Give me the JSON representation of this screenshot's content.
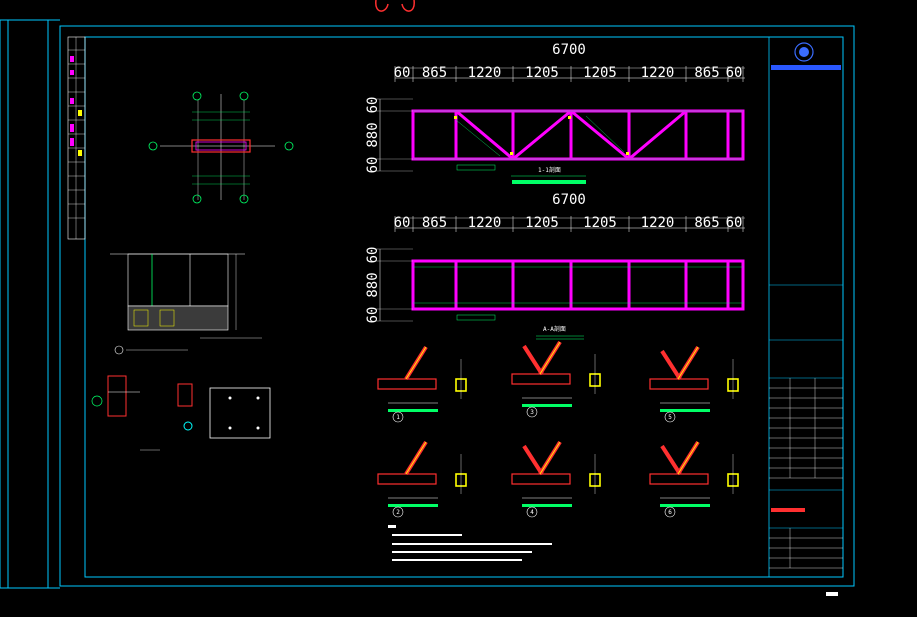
{
  "drawing": {
    "elevation_1": {
      "total": "6700",
      "segments": [
        "60",
        "865",
        "1220",
        "1205",
        "1205",
        "1220",
        "865",
        "60"
      ],
      "height_dims": [
        "60",
        "880",
        "60"
      ],
      "section_label": "1-1剖面"
    },
    "elevation_2": {
      "total": "6700",
      "segments": [
        "60",
        "865",
        "1220",
        "1205",
        "1205",
        "1220",
        "865",
        "60"
      ],
      "height_dims": [
        "60",
        "880",
        "60"
      ]
    },
    "section_aa": "A-A剖面",
    "detail_numbers": [
      "1",
      "3",
      "5",
      "2",
      "4",
      "6"
    ]
  },
  "colors": {
    "background": "#000000",
    "frame": "#00ffff",
    "member": "#ff00ff",
    "steel": "#ff3333",
    "dim": "#ffffff",
    "label": "#00ff66",
    "weld": "#ffff00"
  }
}
